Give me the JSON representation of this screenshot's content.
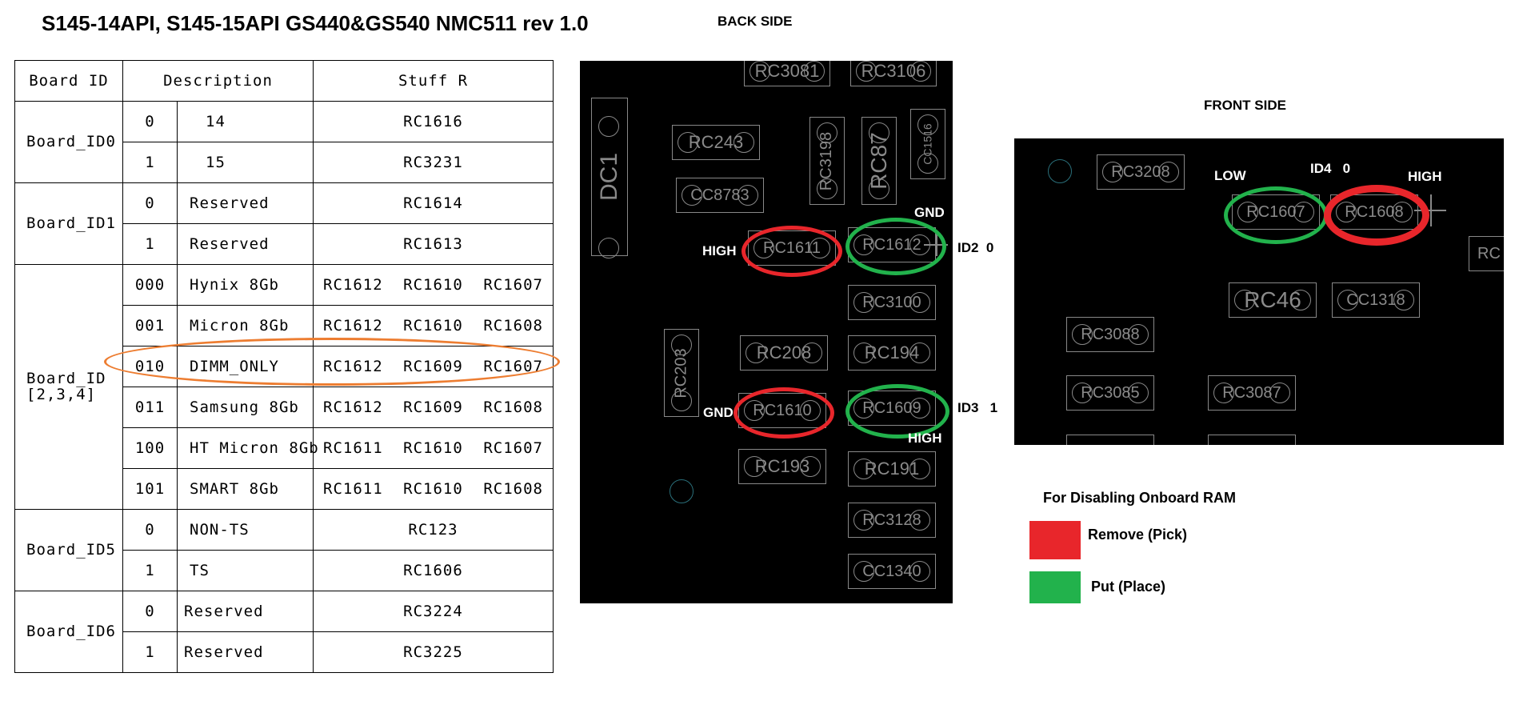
{
  "title": "S145-14API, S145-15API GS440&GS540 NMC511 rev 1.0",
  "back_side_label": "BACK SIDE",
  "front_side_label": "FRONT SIDE",
  "table": {
    "headers": [
      "Board ID",
      "Description",
      "Stuff R"
    ],
    "groups": {
      "id0": {
        "label": "Board_ID0",
        "rows": [
          {
            "code": "0",
            "desc": "14",
            "stuff": "RC1616"
          },
          {
            "code": "1",
            "desc": "15",
            "stuff": "RC3231"
          }
        ]
      },
      "id1": {
        "label": "Board_ID1",
        "rows": [
          {
            "code": "0",
            "desc": "Reserved",
            "stuff": "RC1614"
          },
          {
            "code": "1",
            "desc": "Reserved",
            "stuff": "RC1613"
          }
        ]
      },
      "id234": {
        "label_line1": "Board_ID",
        "label_line2": "[2,3,4]",
        "rows": [
          {
            "code": "000",
            "desc": "Hynix 8Gb",
            "stuff": [
              "RC1612",
              "RC1610",
              "RC1607"
            ]
          },
          {
            "code": "001",
            "desc": "Micron 8Gb",
            "stuff": [
              "RC1612",
              "RC1610",
              "RC1608"
            ]
          },
          {
            "code": "010",
            "desc": "DIMM_ONLY",
            "stuff": [
              "RC1612",
              "RC1609",
              "RC1607"
            ]
          },
          {
            "code": "011",
            "desc": "Samsung 8Gb",
            "stuff": [
              "RC1612",
              "RC1609",
              "RC1608"
            ]
          },
          {
            "code": "100",
            "desc": "HT Micron 8Gb",
            "stuff": [
              "RC1611",
              "RC1610",
              "RC1607"
            ]
          },
          {
            "code": "101",
            "desc": "SMART 8Gb",
            "stuff": [
              "RC1611",
              "RC1610",
              "RC1608"
            ]
          }
        ]
      },
      "id5": {
        "label": "Board_ID5",
        "rows": [
          {
            "code": "0",
            "desc": "NON-TS",
            "stuff": "RC123"
          },
          {
            "code": "1",
            "desc": "TS",
            "stuff": "RC1606"
          }
        ]
      },
      "id6": {
        "label": "Board_ID6",
        "rows": [
          {
            "code": "0",
            "desc": "Reserved",
            "stuff": "RC3224"
          },
          {
            "code": "1",
            "desc": "Reserved",
            "stuff": "RC3225"
          }
        ]
      }
    }
  },
  "back_board": {
    "components": {
      "rc3081": "RC3081",
      "rc3106": "RC3106",
      "dc1": "DC1",
      "rc243": "RC243",
      "rc3198": "RC3198",
      "rc87": "RC87",
      "cc1516": "CC1516",
      "cc8783": "CC8783",
      "rc1611": "RC1611",
      "rc1612": "RC1612",
      "rc3100": "RC3100",
      "rc203": "RC203",
      "rc208": "RC208",
      "rc194": "RC194",
      "rc1610": "RC1610",
      "rc1609": "RC1609",
      "rc193": "RC193",
      "rc191": "RC191",
      "rc3128": "RC3128",
      "cc1340": "CC1340"
    },
    "labels": {
      "gnd_top": "GND",
      "high_left": "HIGH",
      "id2": "ID2",
      "id2_value": "0",
      "gnd_left": "GND",
      "id3": "ID3",
      "id3_value": "1",
      "high_bottom": "HIGH"
    }
  },
  "front_board": {
    "components": {
      "rc3208": "RC3208",
      "rc1607": "RC1607",
      "rc1608": "RC1608",
      "rc_edge": "RC",
      "rc46": "RC46",
      "cc1318": "CC1318",
      "rc3088": "RC3088",
      "rc3085": "RC3085",
      "rc3087": "RC3087"
    },
    "labels": {
      "low": "LOW",
      "id4": "ID4",
      "id4_value": "0",
      "high": "HIGH"
    }
  },
  "legend": {
    "title": "For Disabling Onboard RAM",
    "remove_label": "Remove  (Pick)",
    "put_label": "Put (Place)",
    "colors": {
      "remove": "#e8262b",
      "put": "#22b24c",
      "highlight": "#ed7d31"
    }
  }
}
